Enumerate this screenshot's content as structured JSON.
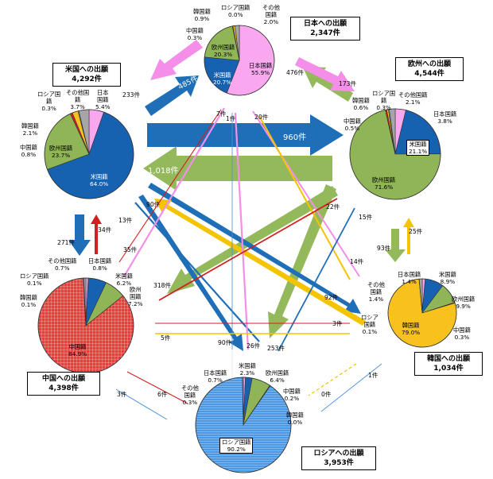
{
  "colors": {
    "japan": "#f9a8f0",
    "china": "#e8141c",
    "usa": "#1762b0",
    "europe": "#8fb557",
    "korea": "#f7c21d",
    "russia": "#78b7ea",
    "other": "#a6a6a6",
    "arrow_japan": "#f48ee8",
    "arrow_usa": "#1f6fb8",
    "arrow_europe": "#93b95b",
    "arrow_china": "#d21f1f",
    "arrow_korea": "#f5c400",
    "arrow_russia": "#4a90d9"
  },
  "nodes": {
    "japan": {
      "title": "日本への出願",
      "total": "2,347件"
    },
    "usa": {
      "title": "米国への出願",
      "total": "4,292件"
    },
    "europe": {
      "title": "欧州への出願",
      "total": "4,544件"
    },
    "china": {
      "title": "中国への出願",
      "total": "4,398件"
    },
    "korea": {
      "title": "韓国への出願",
      "total": "1,034件"
    },
    "russia": {
      "title": "ロシアへの出願",
      "total": "3,953件"
    }
  },
  "pies": {
    "japan": [
      {
        "name": "日本国籍",
        "pct": 55.9,
        "color": "#f9a8f0"
      },
      {
        "name": "米国籍",
        "pct": 20.7,
        "color": "#1762b0"
      },
      {
        "name": "欧州国籍",
        "pct": 20.3,
        "color": "#8fb557"
      },
      {
        "name": "中国籍",
        "pct": 0.3,
        "color": "#e8141c"
      },
      {
        "name": "韓国籍",
        "pct": 0.9,
        "color": "#f7c21d"
      },
      {
        "name": "ロシア国籍",
        "pct": 0.0,
        "color": "#78b7ea"
      },
      {
        "name": "その他国籍",
        "pct": 2.0,
        "color": "#a6a6a6"
      }
    ],
    "usa": [
      {
        "name": "日本国籍",
        "pct": 5.4,
        "color": "#f9a8f0"
      },
      {
        "name": "米国籍",
        "pct": 64.0,
        "color": "#1762b0"
      },
      {
        "name": "欧州国籍",
        "pct": 23.7,
        "color": "#8fb557"
      },
      {
        "name": "中国籍",
        "pct": 0.8,
        "color": "#e8141c"
      },
      {
        "name": "韓国籍",
        "pct": 2.1,
        "color": "#f7c21d"
      },
      {
        "name": "ロシア国籍",
        "pct": 0.3,
        "color": "#78b7ea"
      },
      {
        "name": "その他国籍",
        "pct": 3.7,
        "color": "#a6a6a6"
      }
    ],
    "europe": [
      {
        "name": "日本国籍",
        "pct": 3.8,
        "color": "#f9a8f0"
      },
      {
        "name": "米国籍",
        "pct": 21.1,
        "color": "#1762b0"
      },
      {
        "name": "欧州国籍",
        "pct": 71.6,
        "color": "#8fb557"
      },
      {
        "name": "中国籍",
        "pct": 0.5,
        "color": "#e8141c"
      },
      {
        "name": "韓国籍",
        "pct": 0.6,
        "color": "#f7c21d"
      },
      {
        "name": "ロシア国籍",
        "pct": 0.3,
        "color": "#78b7ea"
      },
      {
        "name": "その他国籍",
        "pct": 2.1,
        "color": "#a6a6a6"
      }
    ],
    "china": [
      {
        "name": "日本国籍",
        "pct": 0.8,
        "color": "#f9a8f0"
      },
      {
        "name": "米国籍",
        "pct": 6.2,
        "color": "#1762b0"
      },
      {
        "name": "欧州国籍",
        "pct": 7.2,
        "color": "#8fb557"
      },
      {
        "name": "中国籍",
        "pct": 84.9,
        "color": "#e8141c"
      },
      {
        "name": "韓国籍",
        "pct": 0.1,
        "color": "#f7c21d"
      },
      {
        "name": "ロシア国籍",
        "pct": 0.1,
        "color": "#78b7ea"
      },
      {
        "name": "その他国籍",
        "pct": 0.7,
        "color": "#a6a6a6"
      }
    ],
    "korea": [
      {
        "name": "日本国籍",
        "pct": 1.4,
        "color": "#f9a8f0"
      },
      {
        "name": "米国籍",
        "pct": 8.9,
        "color": "#1762b0"
      },
      {
        "name": "欧州国籍",
        "pct": 9.9,
        "color": "#8fb557"
      },
      {
        "name": "中国籍",
        "pct": 0.3,
        "color": "#e8141c"
      },
      {
        "name": "韓国籍",
        "pct": 79.0,
        "color": "#f7c21d"
      },
      {
        "name": "ロシア国籍",
        "pct": 0.1,
        "color": "#78b7ea"
      },
      {
        "name": "その他国籍",
        "pct": 1.4,
        "color": "#a6a6a6"
      }
    ],
    "russia": [
      {
        "name": "日本国籍",
        "pct": 0.7,
        "color": "#f9a8f0"
      },
      {
        "name": "米国籍",
        "pct": 2.3,
        "color": "#1762b0"
      },
      {
        "name": "欧州国籍",
        "pct": 6.4,
        "color": "#8fb557"
      },
      {
        "name": "中国籍",
        "pct": 0.2,
        "color": "#e8141c"
      },
      {
        "name": "韓国籍",
        "pct": 0.0,
        "color": "#f7c21d"
      },
      {
        "name": "ロシア国籍",
        "pct": 90.2,
        "color": "#78b7ea"
      },
      {
        "name": "その他国籍",
        "pct": 0.3,
        "color": "#a6a6a6"
      }
    ]
  },
  "pie_labels": {
    "japan": [
      {
        "text": "韓国籍\n0.9%"
      },
      {
        "text": "ロシア国籍\n0.0%"
      },
      {
        "text": "その他\n国籍\n2.0%"
      },
      {
        "text": "中国籍\n0.3%"
      },
      {
        "text": "欧州国籍\n20.3%"
      },
      {
        "text": "日本国籍\n55.9%"
      },
      {
        "text": "米国籍\n20.7%"
      }
    ],
    "usa": [
      {
        "text": "ロシア国\n籍\n0.3%"
      },
      {
        "text": "その他国\n籍\n3.7%"
      },
      {
        "text": "日本\n国籍\n5.4%"
      },
      {
        "text": "韓国籍\n2.1%"
      },
      {
        "text": "欧州国籍\n23.7%"
      },
      {
        "text": "中国籍\n0.8%"
      },
      {
        "text": "米国籍\n64.0%"
      }
    ],
    "europe": [
      {
        "text": "ロシア国\n籍\n0.3%"
      },
      {
        "text": "韓国籍\n0.6%"
      },
      {
        "text": "その他国籍\n2.1%"
      },
      {
        "text": "日本国籍\n3.8%"
      },
      {
        "text": "中国籍\n0.5%"
      },
      {
        "text": "米国籍\n21.1%"
      },
      {
        "text": "欧州国籍\n71.6%"
      }
    ],
    "china": [
      {
        "text": "その他国籍\n0.7%"
      },
      {
        "text": "日本国籍\n0.8%"
      },
      {
        "text": "ロシア国籍\n0.1%"
      },
      {
        "text": "米国籍\n6.2%"
      },
      {
        "text": "欧州\n国籍\n7.2%"
      },
      {
        "text": "韓国籍\n0.1%"
      },
      {
        "text": "中国籍\n84.9%"
      }
    ],
    "korea": [
      {
        "text": "日本国籍\n1.4%"
      },
      {
        "text": "米国籍\n8.9%"
      },
      {
        "text": "その他\n国籍\n1.4%"
      },
      {
        "text": "欧州国籍\n9.9%"
      },
      {
        "text": "ロシア\n国籍\n0.1%"
      },
      {
        "text": "韓国籍\n79.0%"
      },
      {
        "text": "中国籍\n0.3%"
      }
    ],
    "russia": [
      {
        "text": "米国籍\n2.3%"
      },
      {
        "text": "日本国籍\n0.7%"
      },
      {
        "text": "欧州国籍\n6.4%"
      },
      {
        "text": "その他\n国籍\n0.3%"
      },
      {
        "text": "中国籍\n0.2%"
      },
      {
        "text": "韓国籍\n0.0%"
      },
      {
        "text": "ロシア国籍\n90.2%"
      }
    ]
  },
  "flows": [
    {
      "from": "usa",
      "to": "japan",
      "label": "485件"
    },
    {
      "from": "japan",
      "to": "usa",
      "label": "233件"
    },
    {
      "from": "europe",
      "to": "japan",
      "label": "476件"
    },
    {
      "from": "japan",
      "to": "europe",
      "label": "173件"
    },
    {
      "from": "usa",
      "to": "europe",
      "label": "960件"
    },
    {
      "from": "europe",
      "to": "usa",
      "label": "1,018件"
    },
    {
      "from": "usa",
      "to": "china",
      "label": "271件"
    },
    {
      "from": "china",
      "to": "usa",
      "label": "34件"
    },
    {
      "from": "europe",
      "to": "korea",
      "label": "93件"
    },
    {
      "from": "korea",
      "to": "europe",
      "label": "25件"
    },
    {
      "from": "japan",
      "to": "china",
      "label": "35件"
    },
    {
      "from": "china",
      "to": "japan",
      "label": "7件"
    },
    {
      "from": "russia",
      "to": "japan",
      "label": "1件"
    },
    {
      "from": "japan",
      "to": "russia",
      "label": "26件"
    },
    {
      "from": "korea",
      "to": "japan",
      "label": "20件"
    },
    {
      "from": "japan",
      "to": "korea",
      "label": "14件"
    },
    {
      "from": "korea",
      "to": "usa",
      "label": "90件"
    },
    {
      "from": "usa",
      "to": "korea",
      "label": "92件"
    },
    {
      "from": "usa",
      "to": "russia",
      "label": "90件"
    },
    {
      "from": "russia",
      "to": "usa",
      "label": "13件"
    },
    {
      "from": "europe",
      "to": "china",
      "label": "318件"
    },
    {
      "from": "china",
      "to": "europe",
      "label": "22件"
    },
    {
      "from": "europe",
      "to": "russia",
      "label": "253件"
    },
    {
      "from": "russia",
      "to": "europe",
      "label": "15件"
    },
    {
      "from": "china",
      "to": "korea",
      "label": "3件"
    },
    {
      "from": "korea",
      "to": "china",
      "label": "5件"
    },
    {
      "from": "china",
      "to": "russia",
      "label": "6件"
    },
    {
      "from": "russia",
      "to": "china",
      "label": "3件"
    },
    {
      "from": "korea",
      "to": "russia",
      "label": "0件"
    },
    {
      "from": "russia",
      "to": "korea",
      "label": "1件"
    }
  ]
}
